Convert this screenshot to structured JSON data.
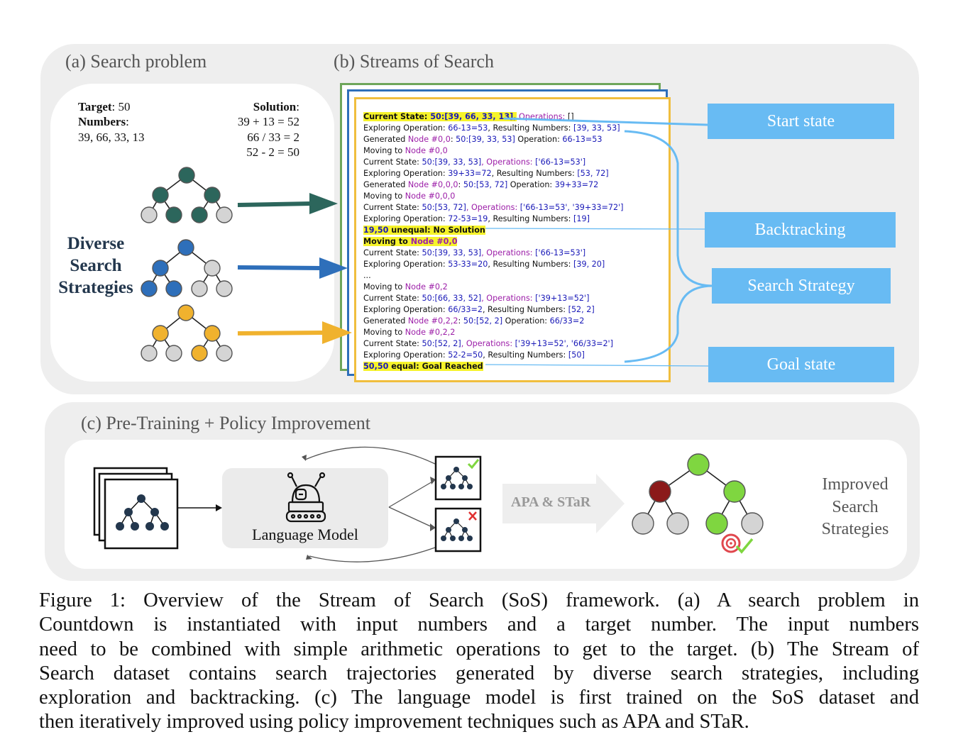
{
  "colors": {
    "panel_bg": "#eeeeee",
    "tree_green": "#2c665c",
    "tree_blue": "#2e6fba",
    "tree_orange": "#f0b22e",
    "tree_gray": "#d4d4d4",
    "label_blue": "#68bbf3",
    "stream_yellow": "#f0be3e",
    "stream_blue": "#2e6fba",
    "stream_green": "#6ea65a",
    "highlight": "#f6f32a",
    "bright_green": "#7fd640",
    "dark_red": "#8b1a1a"
  },
  "panel_a": {
    "title": "(a) Search problem",
    "target_label": "Target",
    "target_value": ": 50",
    "numbers_label": "Numbers",
    "numbers_colon": ":",
    "numbers_value": "39, 66, 33, 13",
    "solution_label": "Solution",
    "solution_colon": ":",
    "solution_lines": [
      "39 + 13 = 52",
      "66 / 33 = 2",
      "52 - 2 = 50"
    ],
    "diverse": [
      "Diverse",
      "Search",
      "Strategies"
    ]
  },
  "panel_b": {
    "title": "(b) Streams of Search",
    "labels": [
      "Start state",
      "Backtracking",
      "Search Strategy",
      "Goal state"
    ],
    "stream_lines": [
      [
        {
          "t": "Current State: ",
          "s": "hl"
        },
        {
          "t": "50:[39, 66, 33, 13],",
          "s": "hl blue"
        },
        {
          "t": " Operations: ",
          "s": "purp"
        },
        {
          "t": "[]",
          "s": ""
        }
      ],
      [
        {
          "t": "Exploring Operation: ",
          "s": ""
        },
        {
          "t": "66-13=53",
          "s": "blue"
        },
        {
          "t": ", Resulting Numbers: ",
          "s": ""
        },
        {
          "t": "[39, 33, 53]",
          "s": "blue"
        }
      ],
      [
        {
          "t": "Generated ",
          "s": ""
        },
        {
          "t": "Node #0,0",
          "s": "purp"
        },
        {
          "t": ": ",
          "s": ""
        },
        {
          "t": "50:[39, 33, 53]",
          "s": "blue"
        },
        {
          "t": " Operation: ",
          "s": ""
        },
        {
          "t": "66-13=53",
          "s": "blue"
        }
      ],
      [
        {
          "t": "Moving to ",
          "s": ""
        },
        {
          "t": "Node #0,0",
          "s": "purp"
        }
      ],
      [
        {
          "t": "Current State: ",
          "s": ""
        },
        {
          "t": "50:[39, 33, 53]",
          "s": "blue"
        },
        {
          "t": ", Operations: ",
          "s": "purp"
        },
        {
          "t": "['66-13=53']",
          "s": "blue"
        }
      ],
      [
        {
          "t": "Exploring Operation: ",
          "s": ""
        },
        {
          "t": "39+33=72",
          "s": "blue"
        },
        {
          "t": ", Resulting Numbers: ",
          "s": ""
        },
        {
          "t": "[53, 72]",
          "s": "blue"
        }
      ],
      [
        {
          "t": "Generated ",
          "s": ""
        },
        {
          "t": "Node #0,0,0",
          "s": "purp"
        },
        {
          "t": ": ",
          "s": ""
        },
        {
          "t": "50:[53, 72]",
          "s": "blue"
        },
        {
          "t": " Operation: ",
          "s": ""
        },
        {
          "t": "39+33=72",
          "s": "blue"
        }
      ],
      [
        {
          "t": "Moving to ",
          "s": ""
        },
        {
          "t": "Node #0,0,0",
          "s": "purp"
        }
      ],
      [
        {
          "t": "Current State: ",
          "s": ""
        },
        {
          "t": "50:[53, 72]",
          "s": "blue"
        },
        {
          "t": ", Operations: ",
          "s": "purp"
        },
        {
          "t": "['66-13=53', '39+33=72']",
          "s": "blue"
        }
      ],
      [
        {
          "t": "Exploring Operation: ",
          "s": ""
        },
        {
          "t": "72-53=19",
          "s": "blue"
        },
        {
          "t": ", Resulting Numbers: ",
          "s": ""
        },
        {
          "t": "[19]",
          "s": "blue"
        }
      ],
      [
        {
          "t": "19,50",
          "s": "hl blue"
        },
        {
          "t": " unequal: No Solution",
          "s": "hl"
        }
      ],
      [
        {
          "t": "Moving to ",
          "s": "hl"
        },
        {
          "t": "Node #0,0",
          "s": "hl purp"
        }
      ],
      [
        {
          "t": "Current State: ",
          "s": ""
        },
        {
          "t": "50:[39, 33, 53]",
          "s": "blue"
        },
        {
          "t": ", Operations: ",
          "s": "purp"
        },
        {
          "t": "['66-13=53']",
          "s": "blue"
        }
      ],
      [
        {
          "t": "Exploring Operation: ",
          "s": ""
        },
        {
          "t": "53-33=20",
          "s": "blue"
        },
        {
          "t": ", Resulting Numbers: ",
          "s": ""
        },
        {
          "t": "[39, 20]",
          "s": "blue"
        }
      ],
      [
        {
          "t": "...",
          "s": ""
        }
      ],
      [
        {
          "t": "Moving to ",
          "s": ""
        },
        {
          "t": "Node #0,2",
          "s": "purp"
        }
      ],
      [
        {
          "t": "Current State: ",
          "s": ""
        },
        {
          "t": "50:[66, 33, 52]",
          "s": "blue"
        },
        {
          "t": ", Operations: ",
          "s": "purp"
        },
        {
          "t": "['39+13=52']",
          "s": "blue"
        }
      ],
      [
        {
          "t": "Exploring Operation: ",
          "s": ""
        },
        {
          "t": "66/33=2",
          "s": "blue"
        },
        {
          "t": ", Resulting Numbers: ",
          "s": ""
        },
        {
          "t": "[52, 2]",
          "s": "blue"
        }
      ],
      [
        {
          "t": "Generated ",
          "s": ""
        },
        {
          "t": "Node #0,2,2",
          "s": "purp"
        },
        {
          "t": ": ",
          "s": ""
        },
        {
          "t": "50:[52, 2]",
          "s": "blue"
        },
        {
          "t": " Operation: ",
          "s": ""
        },
        {
          "t": "66/33=2",
          "s": "blue"
        }
      ],
      [
        {
          "t": "Moving to ",
          "s": ""
        },
        {
          "t": "Node #0,2,2",
          "s": "purp"
        }
      ],
      [
        {
          "t": "Current State: ",
          "s": ""
        },
        {
          "t": "50:[52, 2]",
          "s": "blue"
        },
        {
          "t": ", Operations: ",
          "s": "purp"
        },
        {
          "t": "['39+13=52', '66/33=2']",
          "s": "blue"
        }
      ],
      [
        {
          "t": "Exploring Operation: ",
          "s": ""
        },
        {
          "t": "52-2=50",
          "s": "blue"
        },
        {
          "t": ", Resulting Numbers: ",
          "s": ""
        },
        {
          "t": "[50]",
          "s": "blue"
        }
      ],
      [
        {
          "t": "50,50",
          "s": "hl blue"
        },
        {
          "t": " equal: Goal Reached",
          "s": "hl"
        }
      ]
    ]
  },
  "panel_c": {
    "title": "(c) Pre-Training + Policy Improvement",
    "language_model": "Language Model",
    "apa_star": "APA & STaR",
    "improved": [
      "Improved",
      "Search",
      "Strategies"
    ]
  },
  "caption_lines": [
    "Figure 1: Overview of the Stream of Search (SoS) framework. (a) A search problem in",
    "Countdown is instantiated with input numbers and a target number. The input numbers",
    "need to be combined with simple arithmetic operations to get to the target. (b) The Stream of",
    "Search dataset contains search trajectories generated by diverse search strategies, including",
    "exploration and backtracking. (c) The language model is first trained on the SoS dataset and",
    "then iteratively improved using policy improvement techniques such as APA and STaR."
  ]
}
